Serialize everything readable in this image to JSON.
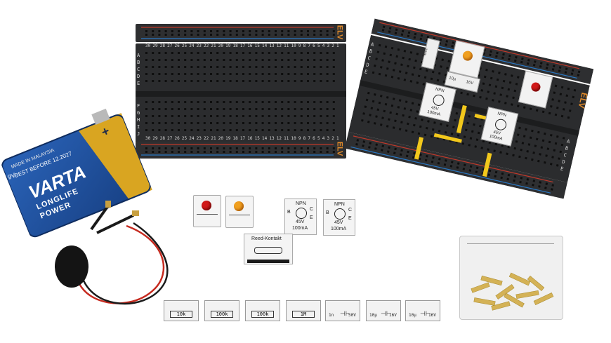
{
  "breadboard_left": {
    "brand": "ELV",
    "row_letters_top": "A B C D E",
    "row_letters_bottom": "F G H I J",
    "column_numbers": [
      "30",
      "29",
      "28",
      "27",
      "26",
      "25",
      "24",
      "23",
      "22",
      "21",
      "20",
      "19",
      "18",
      "17",
      "16",
      "15",
      "14",
      "13",
      "12",
      "11",
      "10",
      "9",
      "8",
      "7",
      "6",
      "5",
      "4",
      "3",
      "2",
      "1"
    ]
  },
  "breadboard_right": {
    "brand": "ELV",
    "row_letters_top": "A B C D E",
    "row_letters_bottom": "A B C D E"
  },
  "battery": {
    "brand": "VARTA",
    "line1": "LONGLIFE",
    "line2": "POWER",
    "made_in": "MADE IN MALAYSIA",
    "best_before": "BEST BEFORE 12.2027",
    "voltage": "9V",
    "plus": "+"
  },
  "modules": {
    "npn_label": "NPN",
    "npn_rating_voltage": "45V",
    "npn_rating_current": "100mA",
    "npn_b": "B",
    "npn_c": "C",
    "npn_e": "E",
    "reed_label": "Reed-Kontakt",
    "cap_board_label": "10µ",
    "cap_board_voltage": "16V",
    "res_board_label": "100k"
  },
  "resistors": [
    "10k",
    "100k",
    "100k",
    "1M"
  ],
  "capacitors": [
    {
      "value": "1n",
      "voltage": "50V"
    },
    {
      "value": "10µ",
      "voltage": "16V"
    },
    {
      "value": "10µ",
      "voltage": "16V"
    }
  ],
  "colors": {
    "board": "#2b2c2e",
    "rail_red": "#c0392b",
    "rail_blue": "#2a78c4",
    "varta_blue": "#1d4f9c",
    "varta_gold": "#d9a521",
    "jumper_yellow": "#f2c81c",
    "led_red": "#d11a1a",
    "led_orange": "#f0a020"
  }
}
